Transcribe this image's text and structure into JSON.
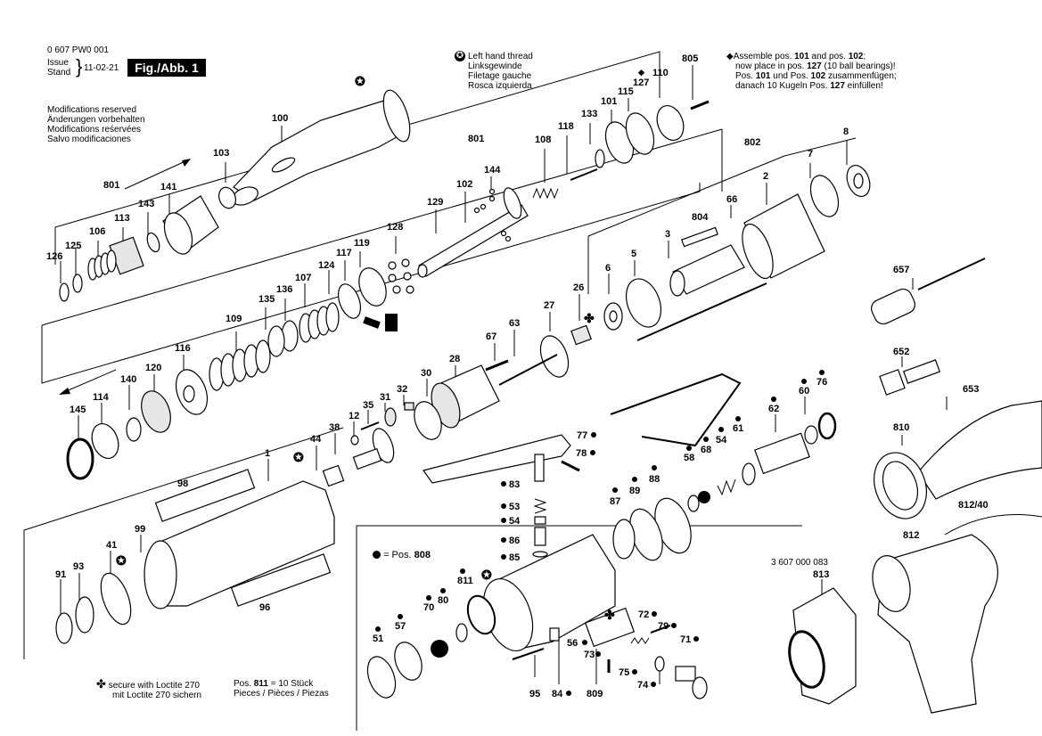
{
  "header": {
    "doc_number": "0 607 PW0 001",
    "issue_label": "Issue",
    "stand_label": "Stand",
    "date": "11-02-21",
    "fig_label": "Fig./Abb. 1",
    "modifications": [
      "Modifications reserved",
      "Änderungen vorbehalten",
      "Modifications reśervées",
      "Salvo modificaciones"
    ]
  },
  "notes": {
    "left_hand_thread": [
      "Left hand thread",
      "Linksgewinde",
      "Filetage gauche",
      "Rosca izquierda"
    ],
    "assemble": {
      "line1_pre": "Assemble pos. ",
      "line1_b1": "101",
      "line1_mid": " and pos. ",
      "line1_b2": "102",
      "line1_post": ";",
      "line2_pre": "now place in pos. ",
      "line2_b": "127",
      "line2_post": " (10 ball bearings)!",
      "line3_pre": "Pos. ",
      "line3_b1": "101",
      "line3_mid": " und Pos. ",
      "line3_b2": "102",
      "line3_post": " zusammenfügen;",
      "line4_pre": "danach 10 Kugeln Pos. ",
      "line4_b": "127",
      "line4_post": " einfüllen!"
    },
    "loctite": [
      "secure with Loctite 270",
      "mit Loctite 270 sichern"
    ],
    "pos_811_pre": "Pos. ",
    "pos_811_b": "811",
    "pos_811_post": " = 10 Stück",
    "pieces": "Pieces / Pièces / Piezas",
    "pos_808_pre": "= Pos. ",
    "pos_808_b": "808",
    "accessory_number": "3 607 000 083"
  },
  "labels": {
    "p100": "100",
    "p103": "103",
    "p801a": "801",
    "p141": "141",
    "p143": "143",
    "p113": "113",
    "p106": "106",
    "p125": "125",
    "p126": "126",
    "p801b": "801",
    "p144": "144",
    "p102": "102",
    "p129": "129",
    "p128": "128",
    "p119": "119",
    "p117": "117",
    "p124": "124",
    "p107": "107",
    "p136": "136",
    "p135": "135",
    "p109": "109",
    "p108": "108",
    "p118": "118",
    "p133": "133",
    "p101": "101",
    "p115": "115",
    "p127": "127",
    "p110": "110",
    "p805": "805",
    "p802": "802",
    "p7": "7",
    "p8": "8",
    "p2": "2",
    "p66": "66",
    "p804": "804",
    "p3": "3",
    "p5": "5",
    "p6": "6",
    "p116": "116",
    "p120": "120",
    "p140": "140",
    "p114": "114",
    "p145": "145",
    "p26": "26",
    "p27": "27",
    "p63": "63",
    "p67": "67",
    "p28": "28",
    "p30": "30",
    "p32": "32",
    "p31": "31",
    "p35": "35",
    "p12": "12",
    "p38": "38",
    "p44": "44",
    "p1": "1",
    "p98": "98",
    "p99": "99",
    "p41": "41",
    "p93": "93",
    "p91": "91",
    "p96": "96",
    "p77": "77",
    "p78": "78",
    "p83": "83",
    "p53": "53",
    "p54a": "54",
    "p86": "86",
    "p85": "85",
    "p87": "87",
    "p89": "89",
    "p88": "88",
    "p58": "58",
    "p68": "68",
    "p54b": "54",
    "p61": "61",
    "p62": "62",
    "p60": "60",
    "p76": "76",
    "p657": "657",
    "p652": "652",
    "p653": "653",
    "p810": "810",
    "p812_40": "812/40",
    "p812": "812",
    "p813": "813",
    "p811": "811",
    "p80": "80",
    "p70": "70",
    "p51": "51",
    "p57": "57",
    "p95": "95",
    "p84": "84",
    "p809": "809",
    "p56": "56",
    "p73": "73",
    "p75": "75",
    "p74": "74",
    "p72": "72",
    "p79": "79",
    "p71": "71"
  },
  "icons": {
    "left_hand_thread": "circled-star-icon",
    "loctite": "cross-flower-icon",
    "assemble": "diamond-icon",
    "pos_808": "filled-dot-icon"
  }
}
